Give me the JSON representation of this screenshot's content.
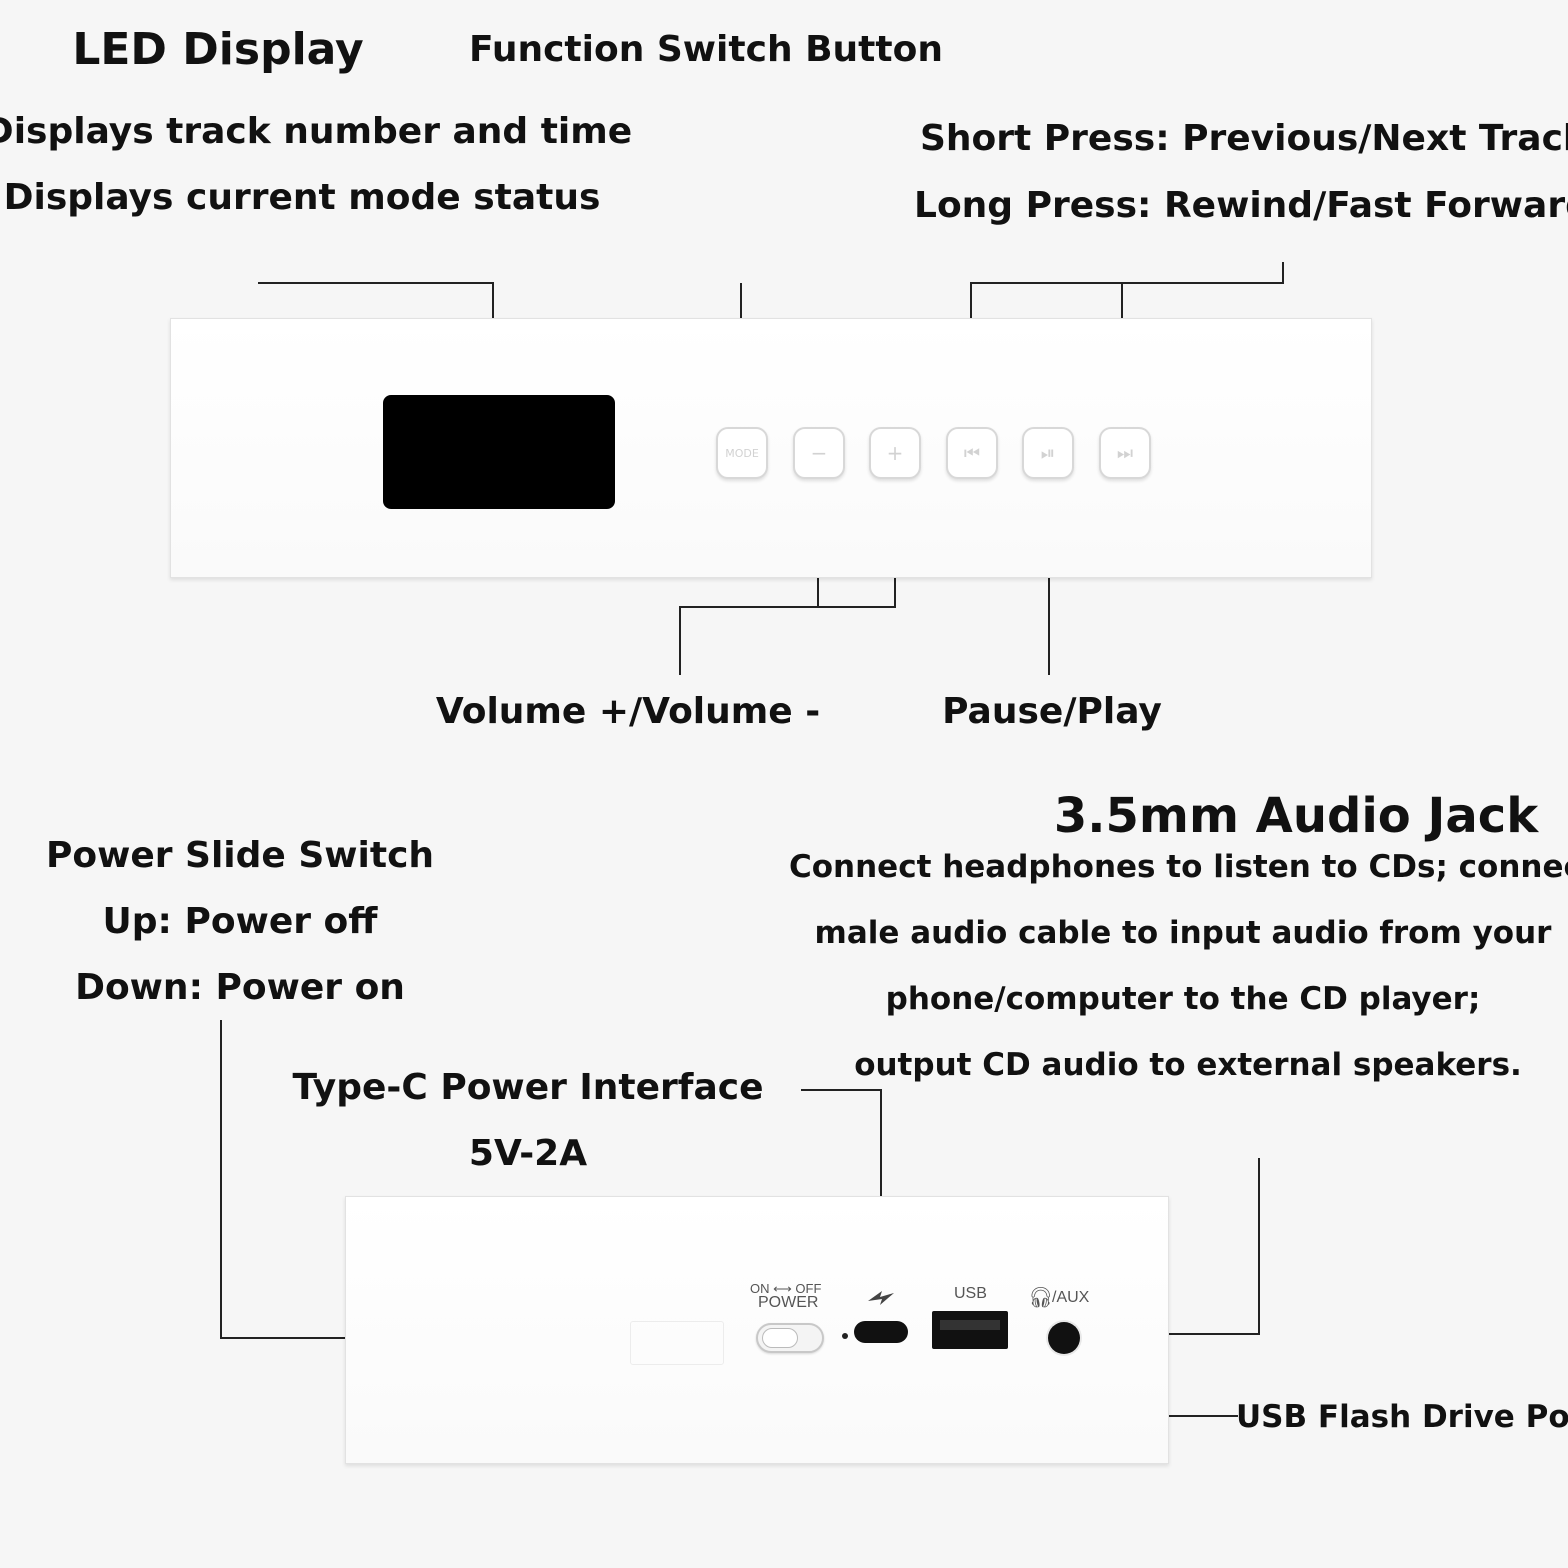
{
  "labels": {
    "led_title": "LED Display",
    "led_line1": "Displays track number and time",
    "led_line2": "Displays current mode status",
    "function_title": "Function Switch Button",
    "short_press": "Short Press: Previous/Next Track",
    "long_press": "Long Press: Rewind/Fast Forward",
    "volume": "Volume +/Volume -",
    "pause_play": "Pause/Play",
    "power_title": "Power Slide Switch",
    "power_up": "Up: Power off",
    "power_down": "Down: Power on",
    "typec_title": "Type-C Power Interface",
    "typec_spec": "5V-2A",
    "jack_title": "3.5mm Audio Jack",
    "jack_line1": "Connect headphones to listen to CDs; connect a",
    "jack_line2": "male audio cable to input audio from your",
    "jack_line3": "phone/computer to the CD player;",
    "jack_line4": "output CD audio to external speakers.",
    "usb_port": "USB Flash Drive Port"
  },
  "top_panel": {
    "buttons": [
      {
        "name": "mode-button",
        "icon": "MODE"
      },
      {
        "name": "volume-down-button",
        "icon": "−"
      },
      {
        "name": "volume-up-button",
        "icon": "+"
      },
      {
        "name": "previous-track-button",
        "icon": "⏮"
      },
      {
        "name": "play-pause-button",
        "icon": "⏯"
      },
      {
        "name": "next-track-button",
        "icon": "⏭"
      }
    ]
  },
  "rear_panel": {
    "power_switch_on": "ON",
    "power_switch_off": "OFF",
    "power_switch_label": "POWER",
    "usb_label": "USB",
    "aux_label": "/AUX"
  },
  "colors": {
    "background": "#f6f6f6",
    "device_body": "#ffffff",
    "lcd": "#000000",
    "leader_line": "#222222"
  }
}
